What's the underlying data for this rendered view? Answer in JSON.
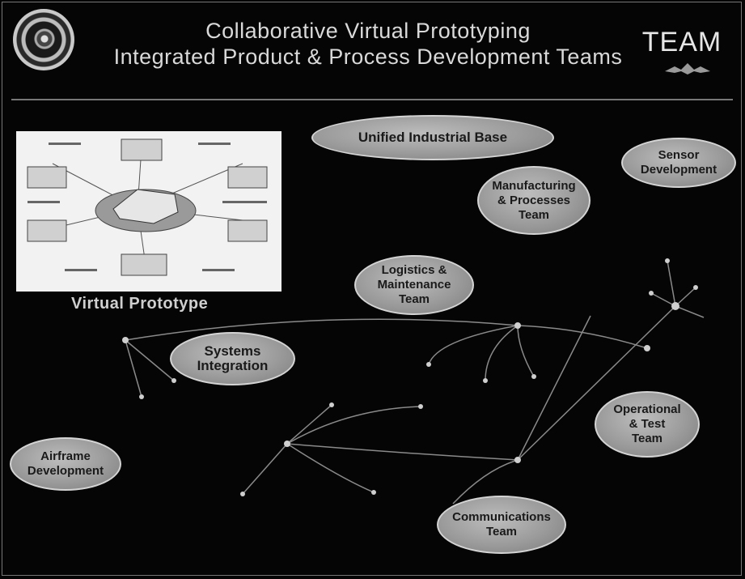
{
  "header": {
    "title_line1": "Collaborative Virtual Prototyping",
    "title_line2": "Integrated Product & Process Development Teams",
    "team_label": "TEAM"
  },
  "inset": {
    "caption": "Virtual Prototype"
  },
  "teams": {
    "industrial_base": "Unified Industrial Base",
    "sensor": "Sensor\nDevelopment",
    "manufacturing": "Manufacturing\n& Processes\nTeam",
    "logistics": "Logistics &\nMaintenance\nTeam",
    "systems": "Systems\nIntegration",
    "operational": "Operational\n& Test\nTeam",
    "airframe": "Airframe\nDevelopment",
    "communications": "Communications\nTeam"
  },
  "colors": {
    "background": "#050505",
    "title_text": "#d9d9d9",
    "bubble_fill": "#9b9b9b",
    "network_lines": "#8a8a8a"
  }
}
